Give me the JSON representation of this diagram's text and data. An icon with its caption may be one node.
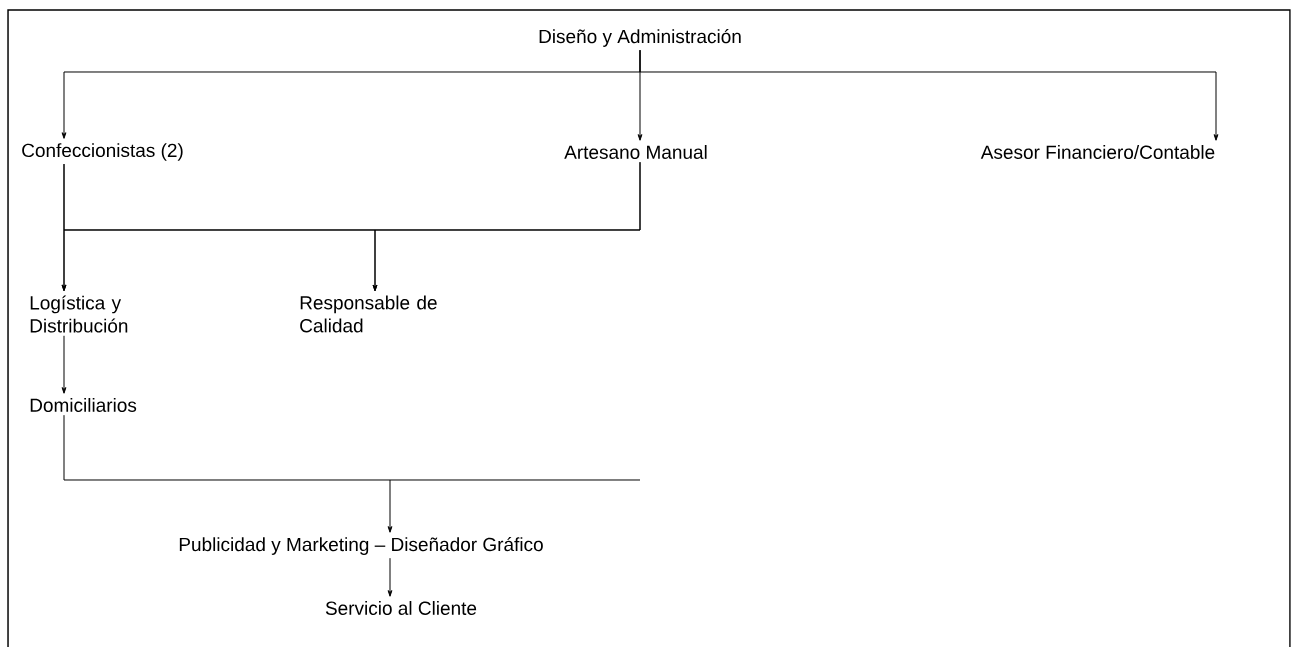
{
  "diagram": {
    "nodes": [
      {
        "text": [
          "Diseño y Administración"
        ]
      },
      {
        "text": [
          "Confeccionistas (2)"
        ]
      },
      {
        "text": [
          "Artesano Manual"
        ]
      },
      {
        "text": [
          "Asesor Financiero/Contable"
        ]
      },
      {
        "text": [
          "Logística y Distribución"
        ]
      },
      {
        "text": [
          "Responsable de Calidad"
        ]
      },
      {
        "text": [
          "Domiciliarios"
        ]
      },
      {
        "text": [
          "Publicidad y Marketing – Diseñador Gráfico"
        ]
      },
      {
        "text": [
          "Servicio al Cliente"
        ]
      }
    ],
    "edges": [
      {
        "from": 0,
        "to": 1,
        "arrow": "to"
      },
      {
        "from": 0,
        "to": 2,
        "arrow": "to"
      },
      {
        "from": 0,
        "to": 3,
        "arrow": "to"
      },
      {
        "from": 1,
        "to": 4,
        "arrow": "to"
      },
      {
        "from": 1,
        "to": 5,
        "arrow": "to"
      },
      {
        "from": 2,
        "to": 4,
        "arrow": "to"
      },
      {
        "from": 2,
        "to": 5,
        "arrow": "to"
      },
      {
        "from": 4,
        "to": 6,
        "arrow": "to"
      },
      {
        "from": 6,
        "to": 7,
        "arrow": "to"
      },
      {
        "from": 7,
        "to": 8,
        "arrow": "to"
      }
    ]
  }
}
